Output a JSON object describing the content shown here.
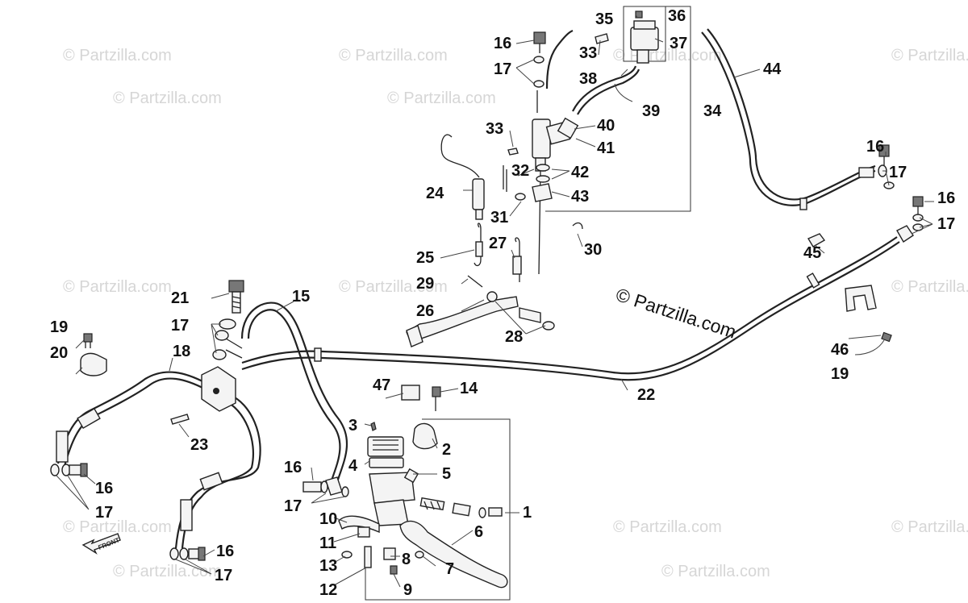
{
  "watermark_text": "© Partzilla.com",
  "copyright_text": "© Partzilla.com",
  "front_label": "FRONT",
  "callouts": [
    "1",
    "2",
    "3",
    "4",
    "5",
    "6",
    "7",
    "8",
    "9",
    "10",
    "11",
    "12",
    "13",
    "14",
    "15",
    "16",
    "17",
    "18",
    "19",
    "20",
    "21",
    "22",
    "23",
    "24",
    "25",
    "26",
    "27",
    "28",
    "29",
    "30",
    "31",
    "32",
    "33",
    "34",
    "35",
    "36",
    "37",
    "38",
    "39",
    "40",
    "41",
    "42",
    "43",
    "44",
    "45",
    "46",
    "47"
  ],
  "repeat_callouts": {
    "num16": "16",
    "num17": "17",
    "num19": "19",
    "num33": "33"
  },
  "colors": {
    "line": "#222222",
    "watermark": "#d6d6d6",
    "background": "#ffffff"
  }
}
